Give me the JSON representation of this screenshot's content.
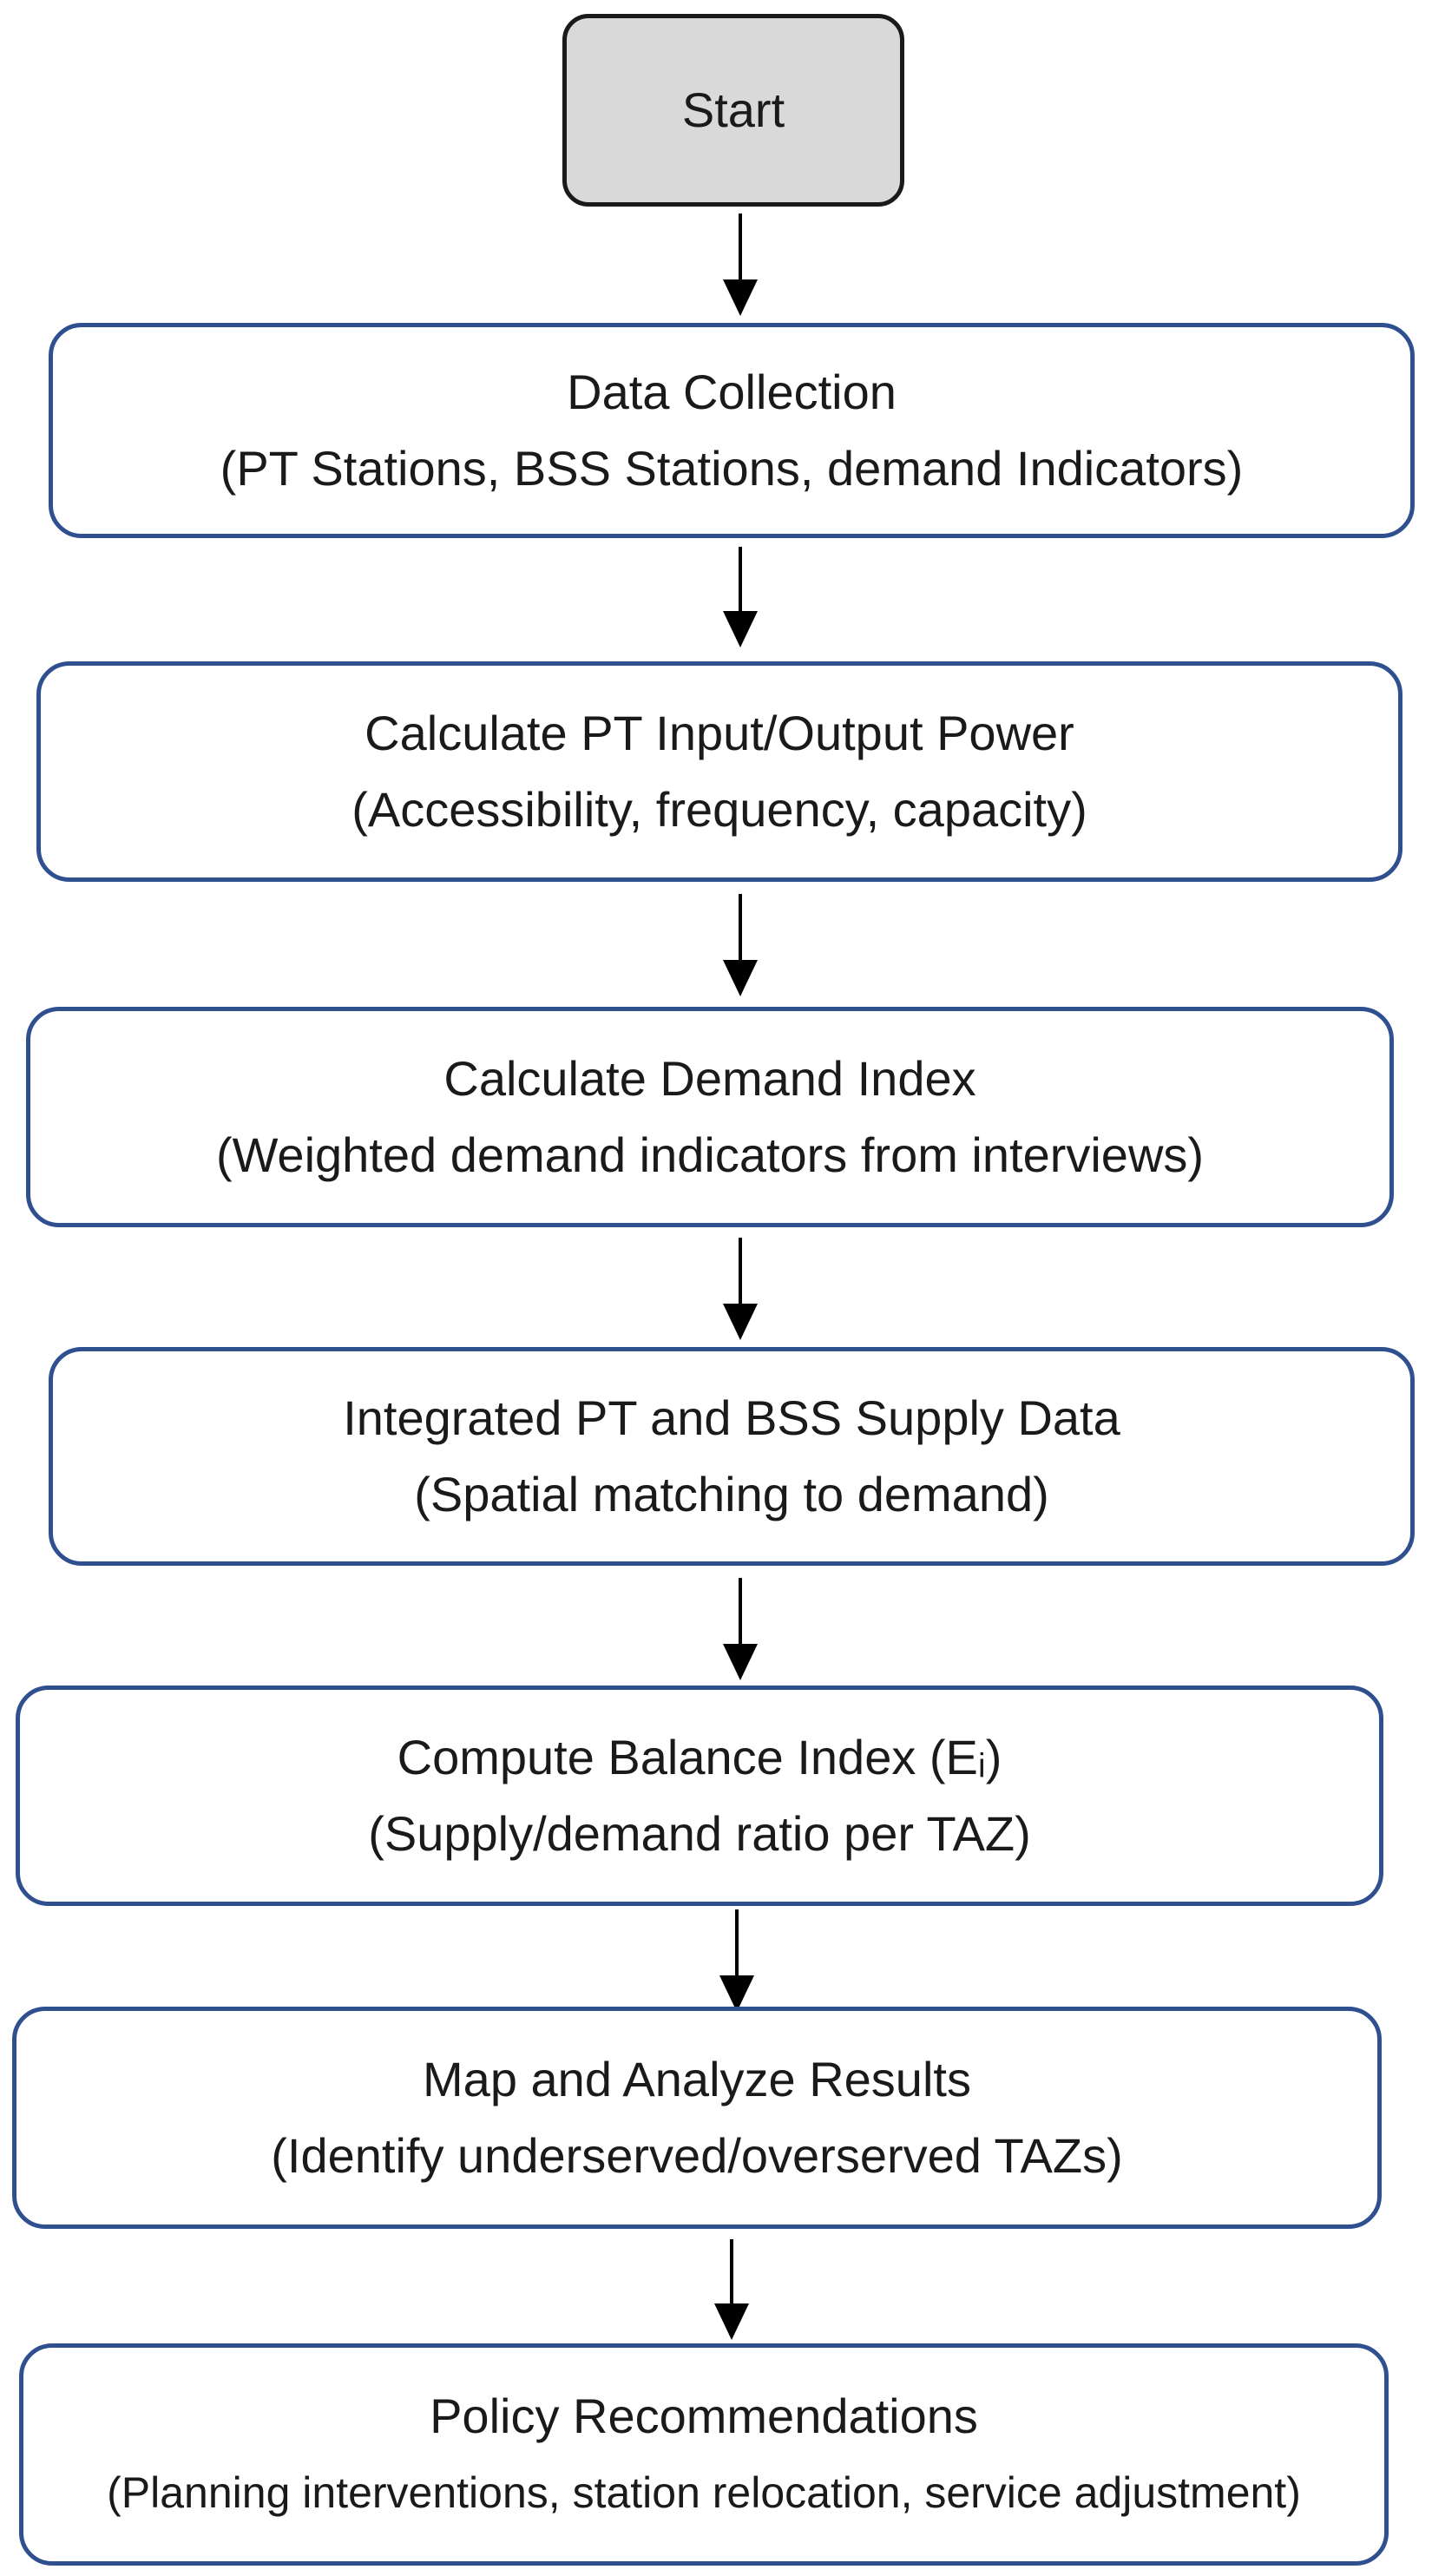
{
  "start": {
    "label": "Start"
  },
  "steps": [
    {
      "title": "Data Collection",
      "subtitle": "(PT Stations, BSS Stations, demand Indicators)"
    },
    {
      "title": "Calculate PT Input/Output Power",
      "subtitle": "(Accessibility, frequency, capacity)"
    },
    {
      "title": "Calculate Demand Index",
      "subtitle": "(Weighted demand indicators from interviews)"
    },
    {
      "title": "Integrated PT and BSS Supply Data",
      "subtitle": "(Spatial matching to demand)"
    },
    {
      "title": "Compute Balance Index (Eᵢ)",
      "subtitle": "(Supply/demand ratio per TAZ)"
    },
    {
      "title": "Map and Analyze Results",
      "subtitle": "(Identify underserved/overserved TAZs)"
    },
    {
      "title": "Policy Recommendations",
      "subtitle": "(Planning interventions, station relocation, service adjustment)"
    }
  ]
}
